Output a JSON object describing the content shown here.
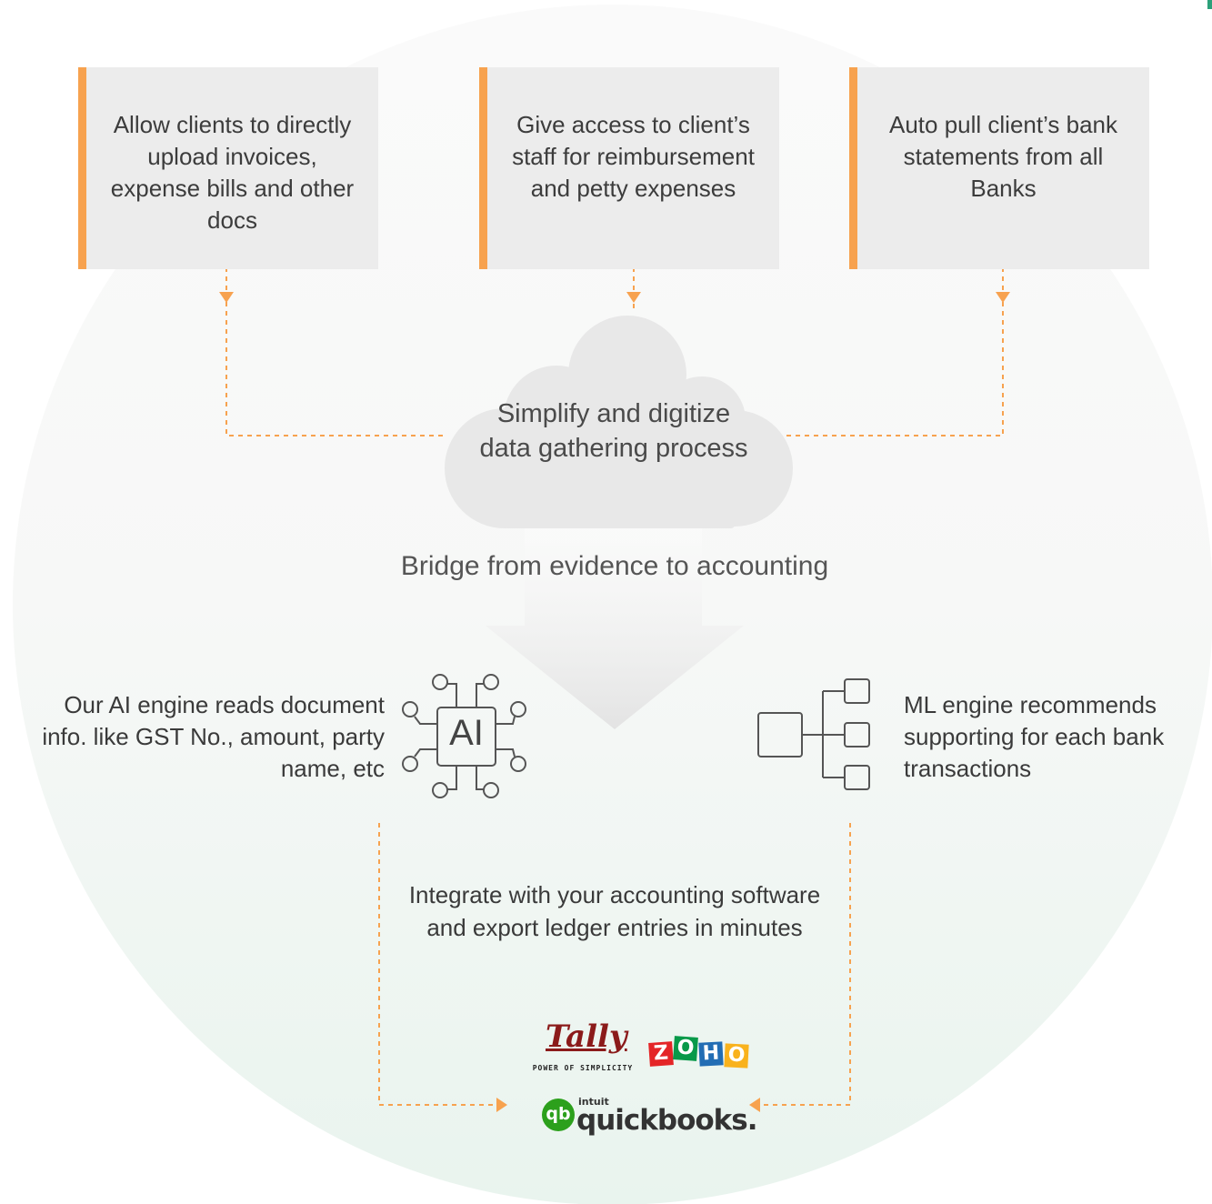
{
  "cards": [
    "Allow clients to directly upload invoices, expense bills and other docs",
    "Give access to client’s staff for reimbursement and petty expenses",
    "Auto pull client’s bank statements from all Banks"
  ],
  "cloud": {
    "text": "Simplify and digitize data gathering process"
  },
  "bridge": {
    "label": "Bridge from evidence to accounting"
  },
  "ai_block": {
    "icon_text": "AI",
    "text": "Our AI engine reads document info. like GST No., amount, party name, etc"
  },
  "ml_block": {
    "text": "ML engine recommends supporting for each bank transactions"
  },
  "integrate": {
    "text": "Integrate with your accounting software and export ledger entries in minutes"
  },
  "logos": {
    "tally_word": "Tally",
    "tally_tagline": "POWER OF SIMPLICITY",
    "zoho_letters": [
      "Z",
      "O",
      "H",
      "O"
    ],
    "qb_badge": "qb",
    "qb_intuit": "intuit",
    "qb_word": "quickbooks."
  },
  "colors": {
    "accent_orange": "#f7a24f",
    "card_bg": "#ececec",
    "cloud": "#e8e8e8",
    "circle_bg": "#f8f8f8",
    "circle_tint": "#e9f4ef",
    "zoho": [
      "#e42527",
      "#089949",
      "#226db4",
      "#f9b21d"
    ],
    "quickbooks_green": "#2ca01c"
  }
}
